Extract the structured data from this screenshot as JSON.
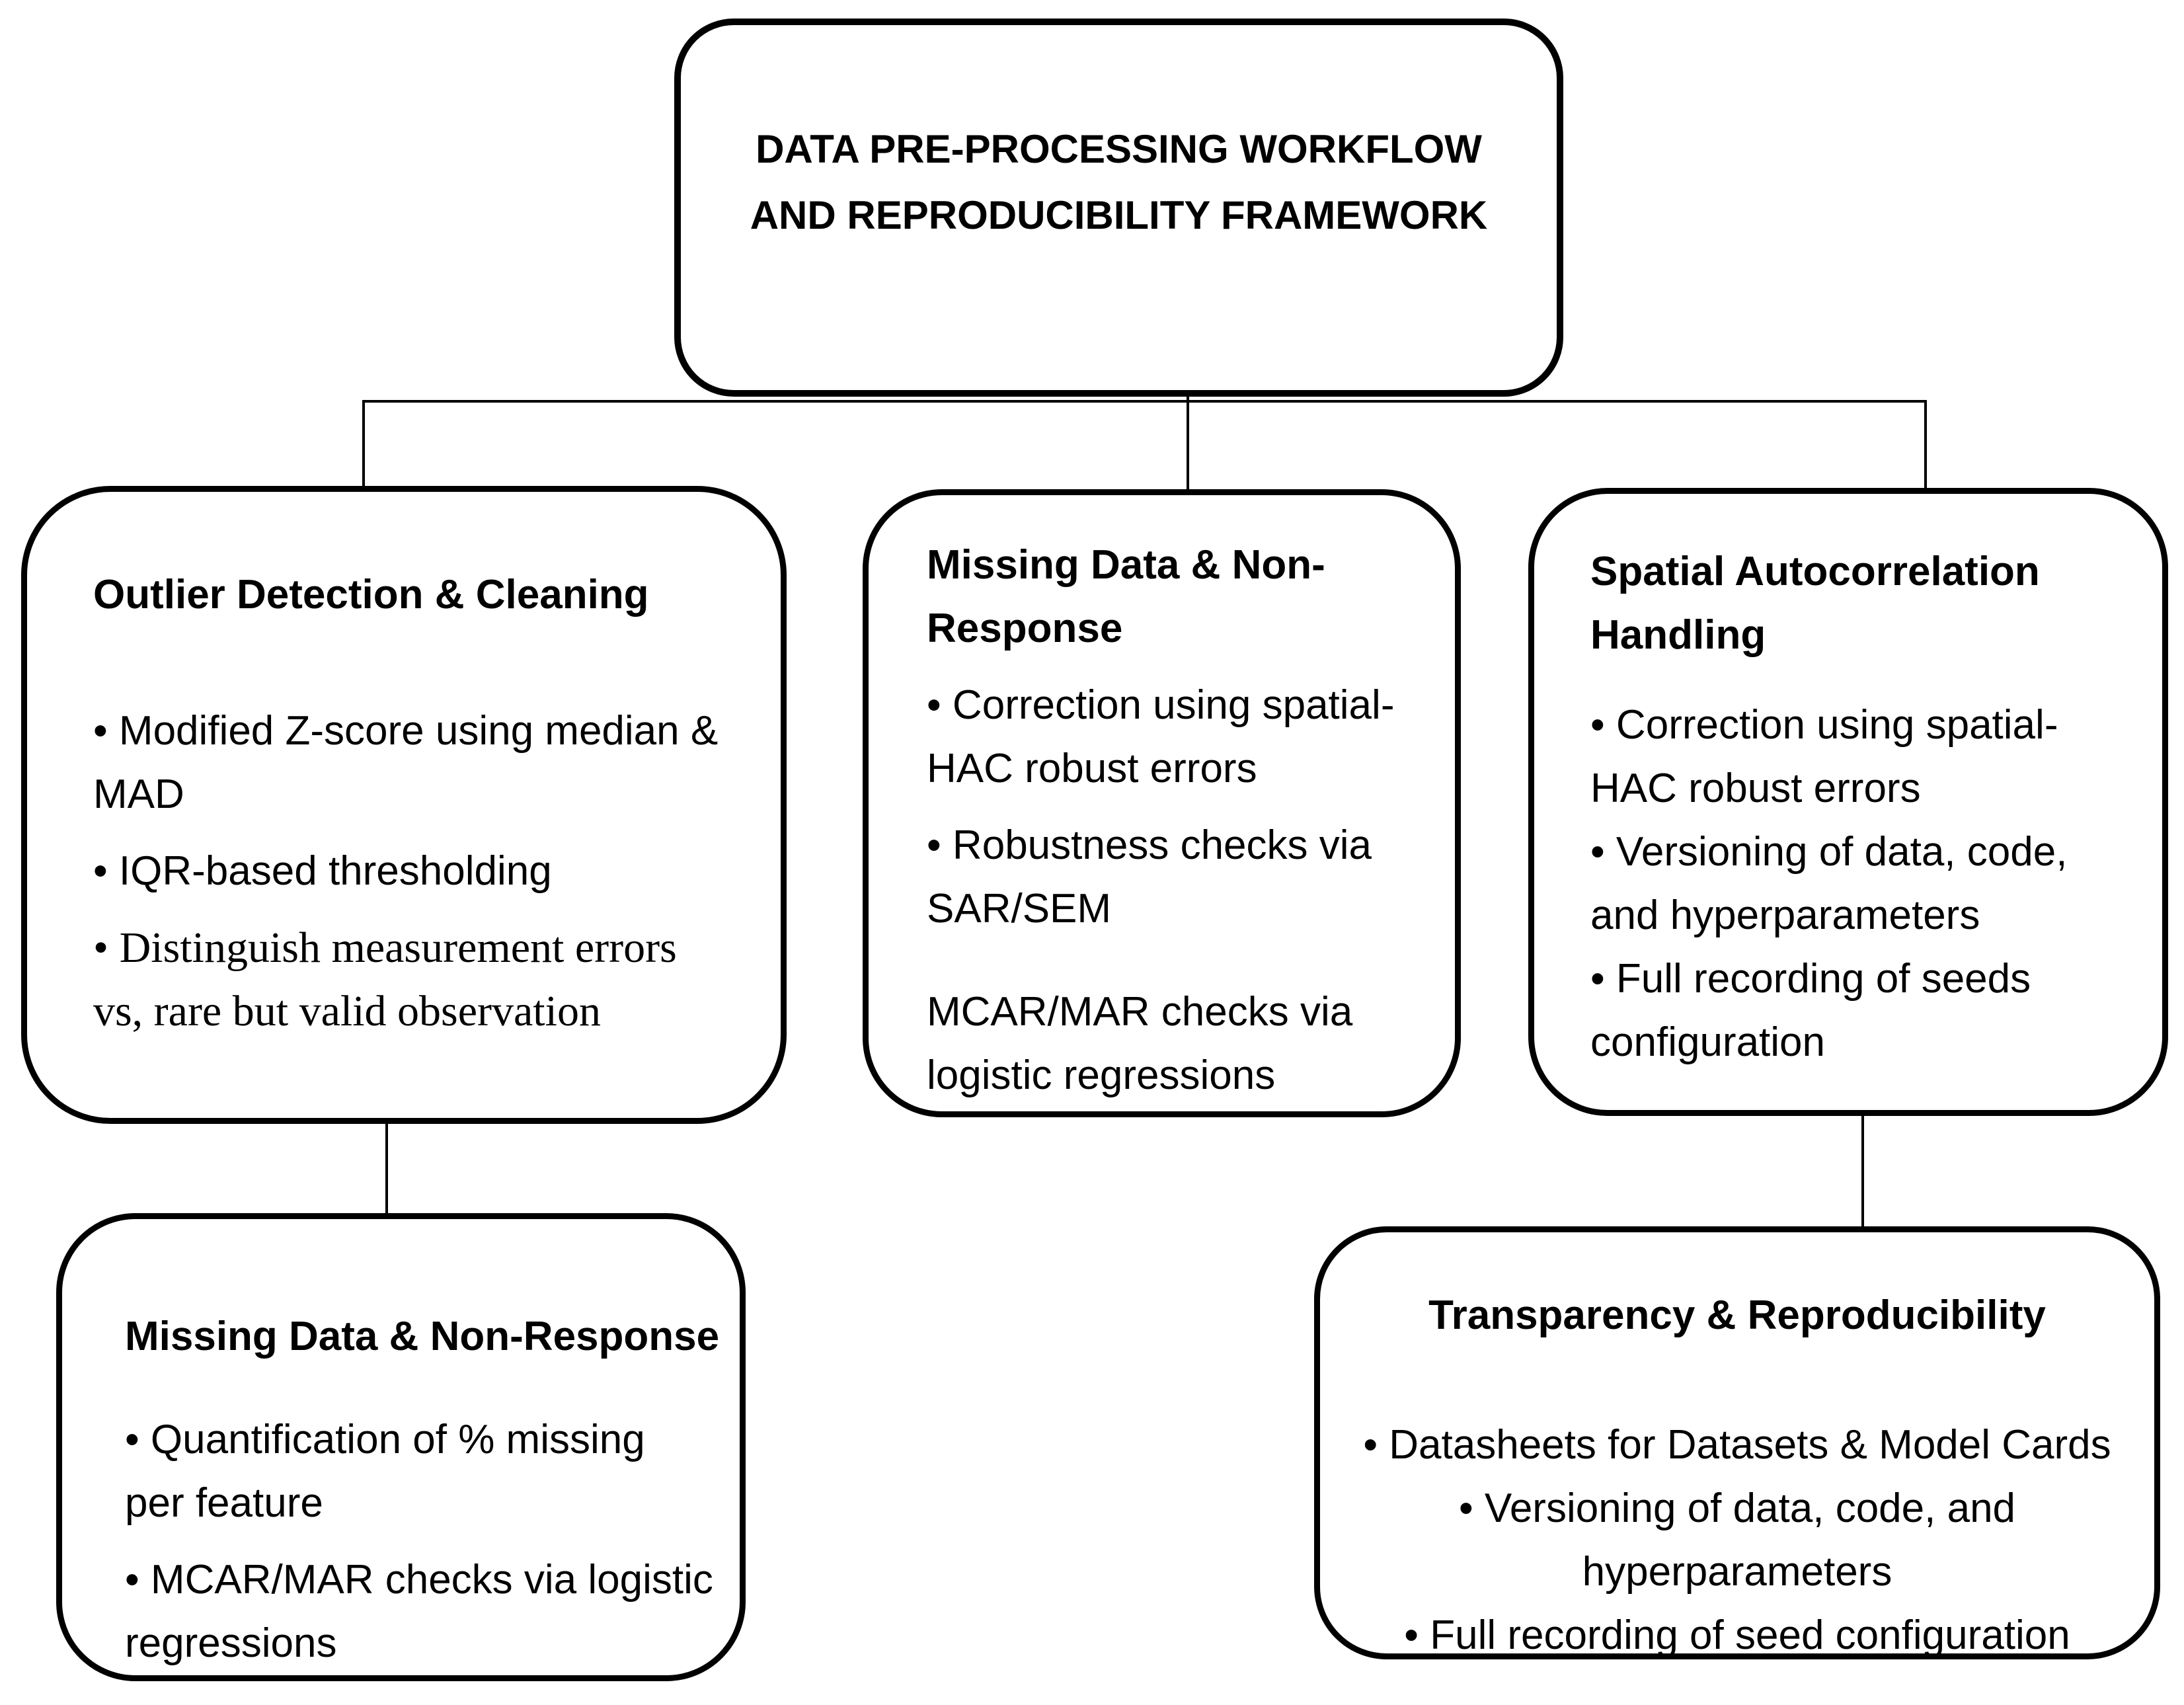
{
  "palette": {
    "ink": "#000000",
    "background": "#ffffff"
  },
  "title_box": {
    "line1": "DATA PRE-PROCESSING WORKFLOW",
    "line2": "AND REPRODUCIBILITY FRAMEWORK"
  },
  "boxes": {
    "outlier": {
      "heading": "Outlier Detection & Cleaning",
      "lines": [
        "• Modified Z-score using median &",
        "MAD",
        "• IQR-based thresholding",
        "• Distinguish measurement errors",
        "vs, rare but valid observation"
      ]
    },
    "missing_mid": {
      "heading_line1": "Missing Data & Non-",
      "heading_line2": "Response",
      "lines": [
        "• Correction using spatial-",
        "HAC robust errors",
        "• Robustness checks via",
        "SAR/SEM",
        "MCAR/MAR checks via",
        "logistic regressions"
      ]
    },
    "spatial": {
      "heading_line1": "Spatial Autocorrelation",
      "heading_line2": "Handling",
      "lines": [
        "• Correction using spatial-",
        "HAC robust errors",
        "• Versioning of data, code,",
        "and hyperparameters",
        "• Full recording of seeds",
        "configuration"
      ]
    },
    "missing_bottom": {
      "heading": "Missing Data & Non-Response",
      "lines": [
        "• Quantification of % missing",
        "per feature",
        "• MCAR/MAR checks via logistic",
        "regressions"
      ]
    },
    "transparency": {
      "heading": "Transparency & Reproducibility",
      "lines": [
        "• Datasheets for Datasets & Model Cards",
        "• Versioning of data, code, and",
        "hyperparameters",
        "• Full recording of seed configuration"
      ]
    }
  }
}
